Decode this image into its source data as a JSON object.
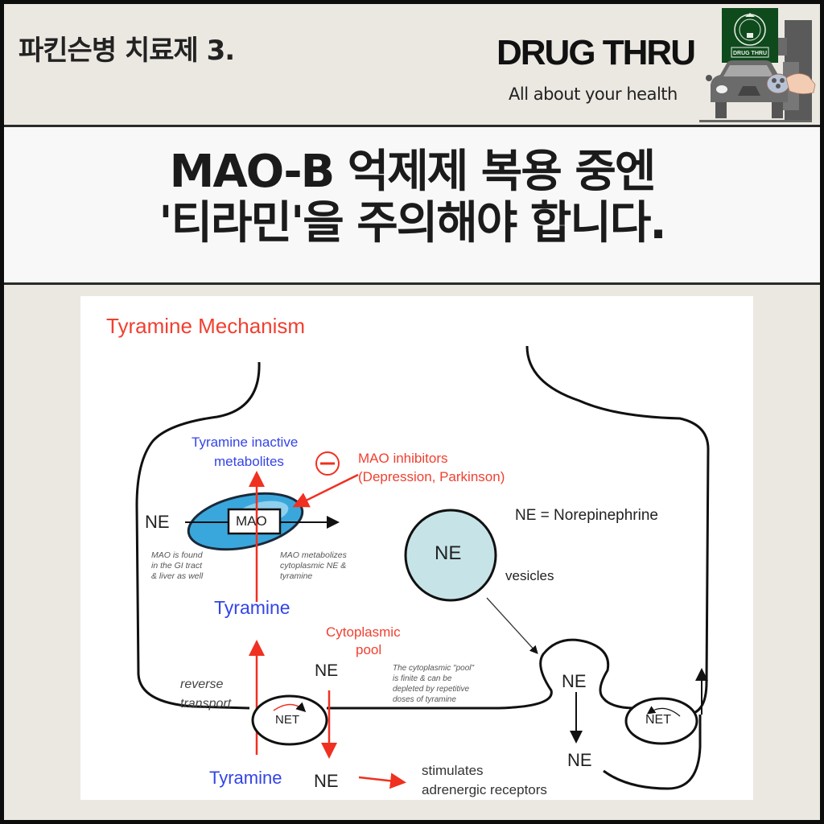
{
  "header": {
    "series_title": "파킨슨병 치료제 3.",
    "brand_name": "DRUG THRU",
    "tagline": "All about your health",
    "logo_badge_text": "DRUG THRU",
    "colors": {
      "background": "#ebe8e1",
      "logo_green": "#0f4a1c",
      "car_gray": "#6b6b6b"
    }
  },
  "headline": {
    "line1": "MAO-B 억제제 복용 중엔",
    "line2": "'티라민'을 주의해야 합니다."
  },
  "diagram": {
    "title": "Tyramine Mechanism",
    "labels": {
      "tyramine_inactive_metabolites_1": "Tyramine inactive",
      "tyramine_inactive_metabolites_2": "metabolites",
      "inhibit_symbol": "−",
      "mao_inhibitors_1": "MAO inhibitors",
      "mao_inhibitors_2": "(Depression, Parkinson)",
      "ne_left": "NE",
      "mao_box": "MAO",
      "ne_definition": "NE = Norepinephrine",
      "vesicle_ne": "NE",
      "vesicles": "vesicles",
      "note_mao_found": [
        "MAO is found",
        "in the GI tract",
        "& liver as well"
      ],
      "note_mao_metabolizes": [
        "MAO metabolizes",
        "cytoplasmic NE &",
        "tyramine"
      ],
      "tyramine_mid": "Tyramine",
      "cytoplasmic_pool_1": "Cytoplasmic",
      "cytoplasmic_pool_2": "pool",
      "ne_pool": "NE",
      "note_pool": [
        "The cytoplasmic \"pool\"",
        " is finite & can be",
        "depleted by repetitive",
        "doses of tyramine"
      ],
      "reverse_transport_1": "reverse",
      "reverse_transport_2": "transport",
      "net_left": "NET",
      "tyramine_bottom": "Tyramine",
      "ne_bottom": "NE",
      "stimulates_1": "stimulates",
      "stimulates_2": "adrenergic receptors",
      "ne_release": "NE",
      "ne_synapse": "NE",
      "net_right": "NET"
    },
    "colors": {
      "red": "#f04030",
      "blue": "#3344e8",
      "vesicle_fill": "#c6e4e8",
      "mito_fill": "#3aa7dc"
    }
  }
}
